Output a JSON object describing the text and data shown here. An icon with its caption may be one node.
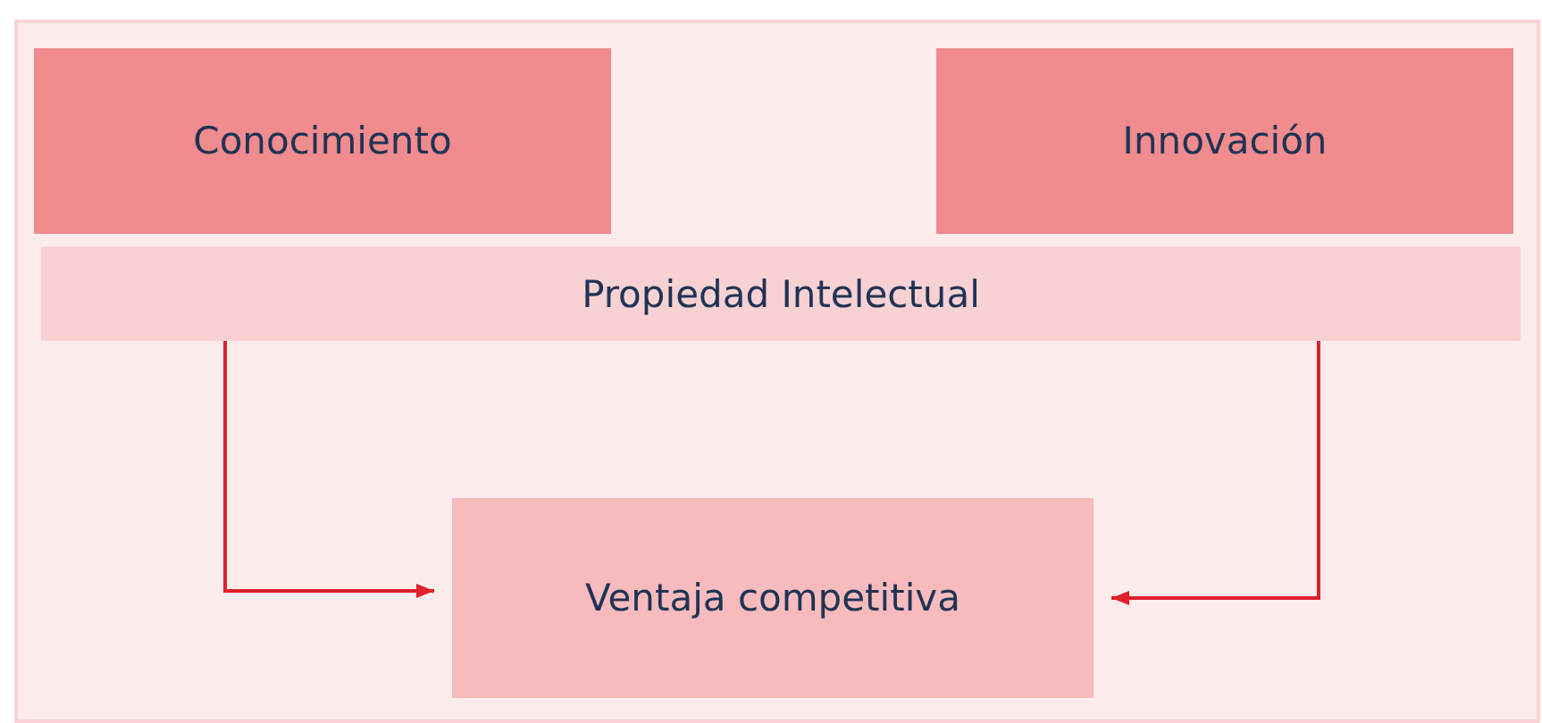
{
  "diagram": {
    "nodes": [
      {
        "text": [
          "Conocimiento"
        ]
      },
      {
        "text": [
          "Innovación"
        ]
      },
      {
        "text": [
          "Propiedad Intelectual"
        ]
      },
      {
        "text": [
          "Ventaja competitiva"
        ]
      }
    ],
    "edges": [
      {
        "from": 2,
        "to": 3,
        "arrow": "to"
      },
      {
        "from": 2,
        "to": 3,
        "arrow": "to"
      }
    ]
  }
}
